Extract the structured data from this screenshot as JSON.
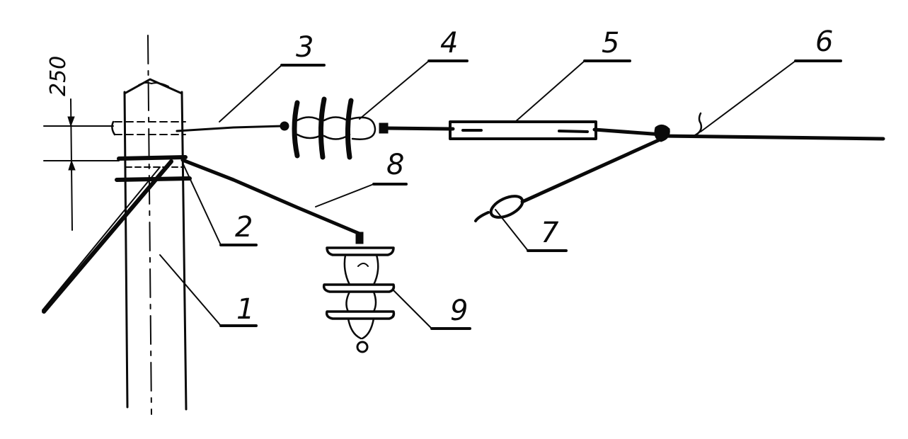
{
  "dimension": {
    "value": "250"
  },
  "callouts": [
    {
      "id": "1",
      "text": "1"
    },
    {
      "id": "2",
      "text": "2"
    },
    {
      "id": "3",
      "text": "3"
    },
    {
      "id": "4",
      "text": "4"
    },
    {
      "id": "5",
      "text": "5"
    },
    {
      "id": "6",
      "text": "6"
    },
    {
      "id": "7",
      "text": "7"
    },
    {
      "id": "8",
      "text": "8"
    },
    {
      "id": "9",
      "text": "9"
    }
  ],
  "colors": {
    "ink": "#0a0a0a",
    "paper": "#ffffff"
  }
}
